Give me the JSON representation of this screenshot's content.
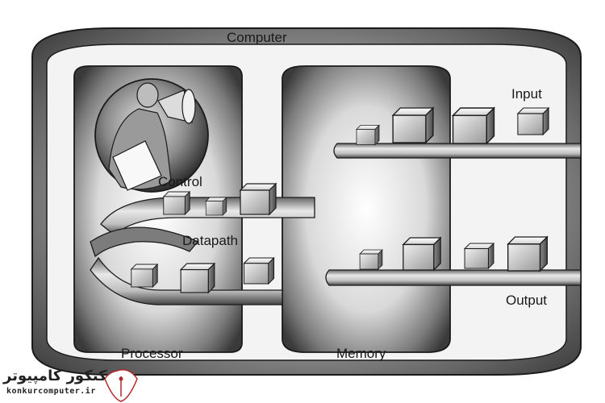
{
  "diagram": {
    "title": "Computer",
    "components": {
      "control": "Control",
      "datapath": "Datapath",
      "processor": "Processor",
      "memory": "Memory",
      "input": "Input",
      "output": "Output"
    }
  },
  "watermark": {
    "brand_fa": "کنکور کامپیوتر",
    "url": "konkurcomputer.ir"
  },
  "colors": {
    "outline": "#1a1a1a",
    "shade_dark": "#3a3a3a",
    "shade_light": "#f4f4f4",
    "watermark_red": "#b3262a"
  }
}
